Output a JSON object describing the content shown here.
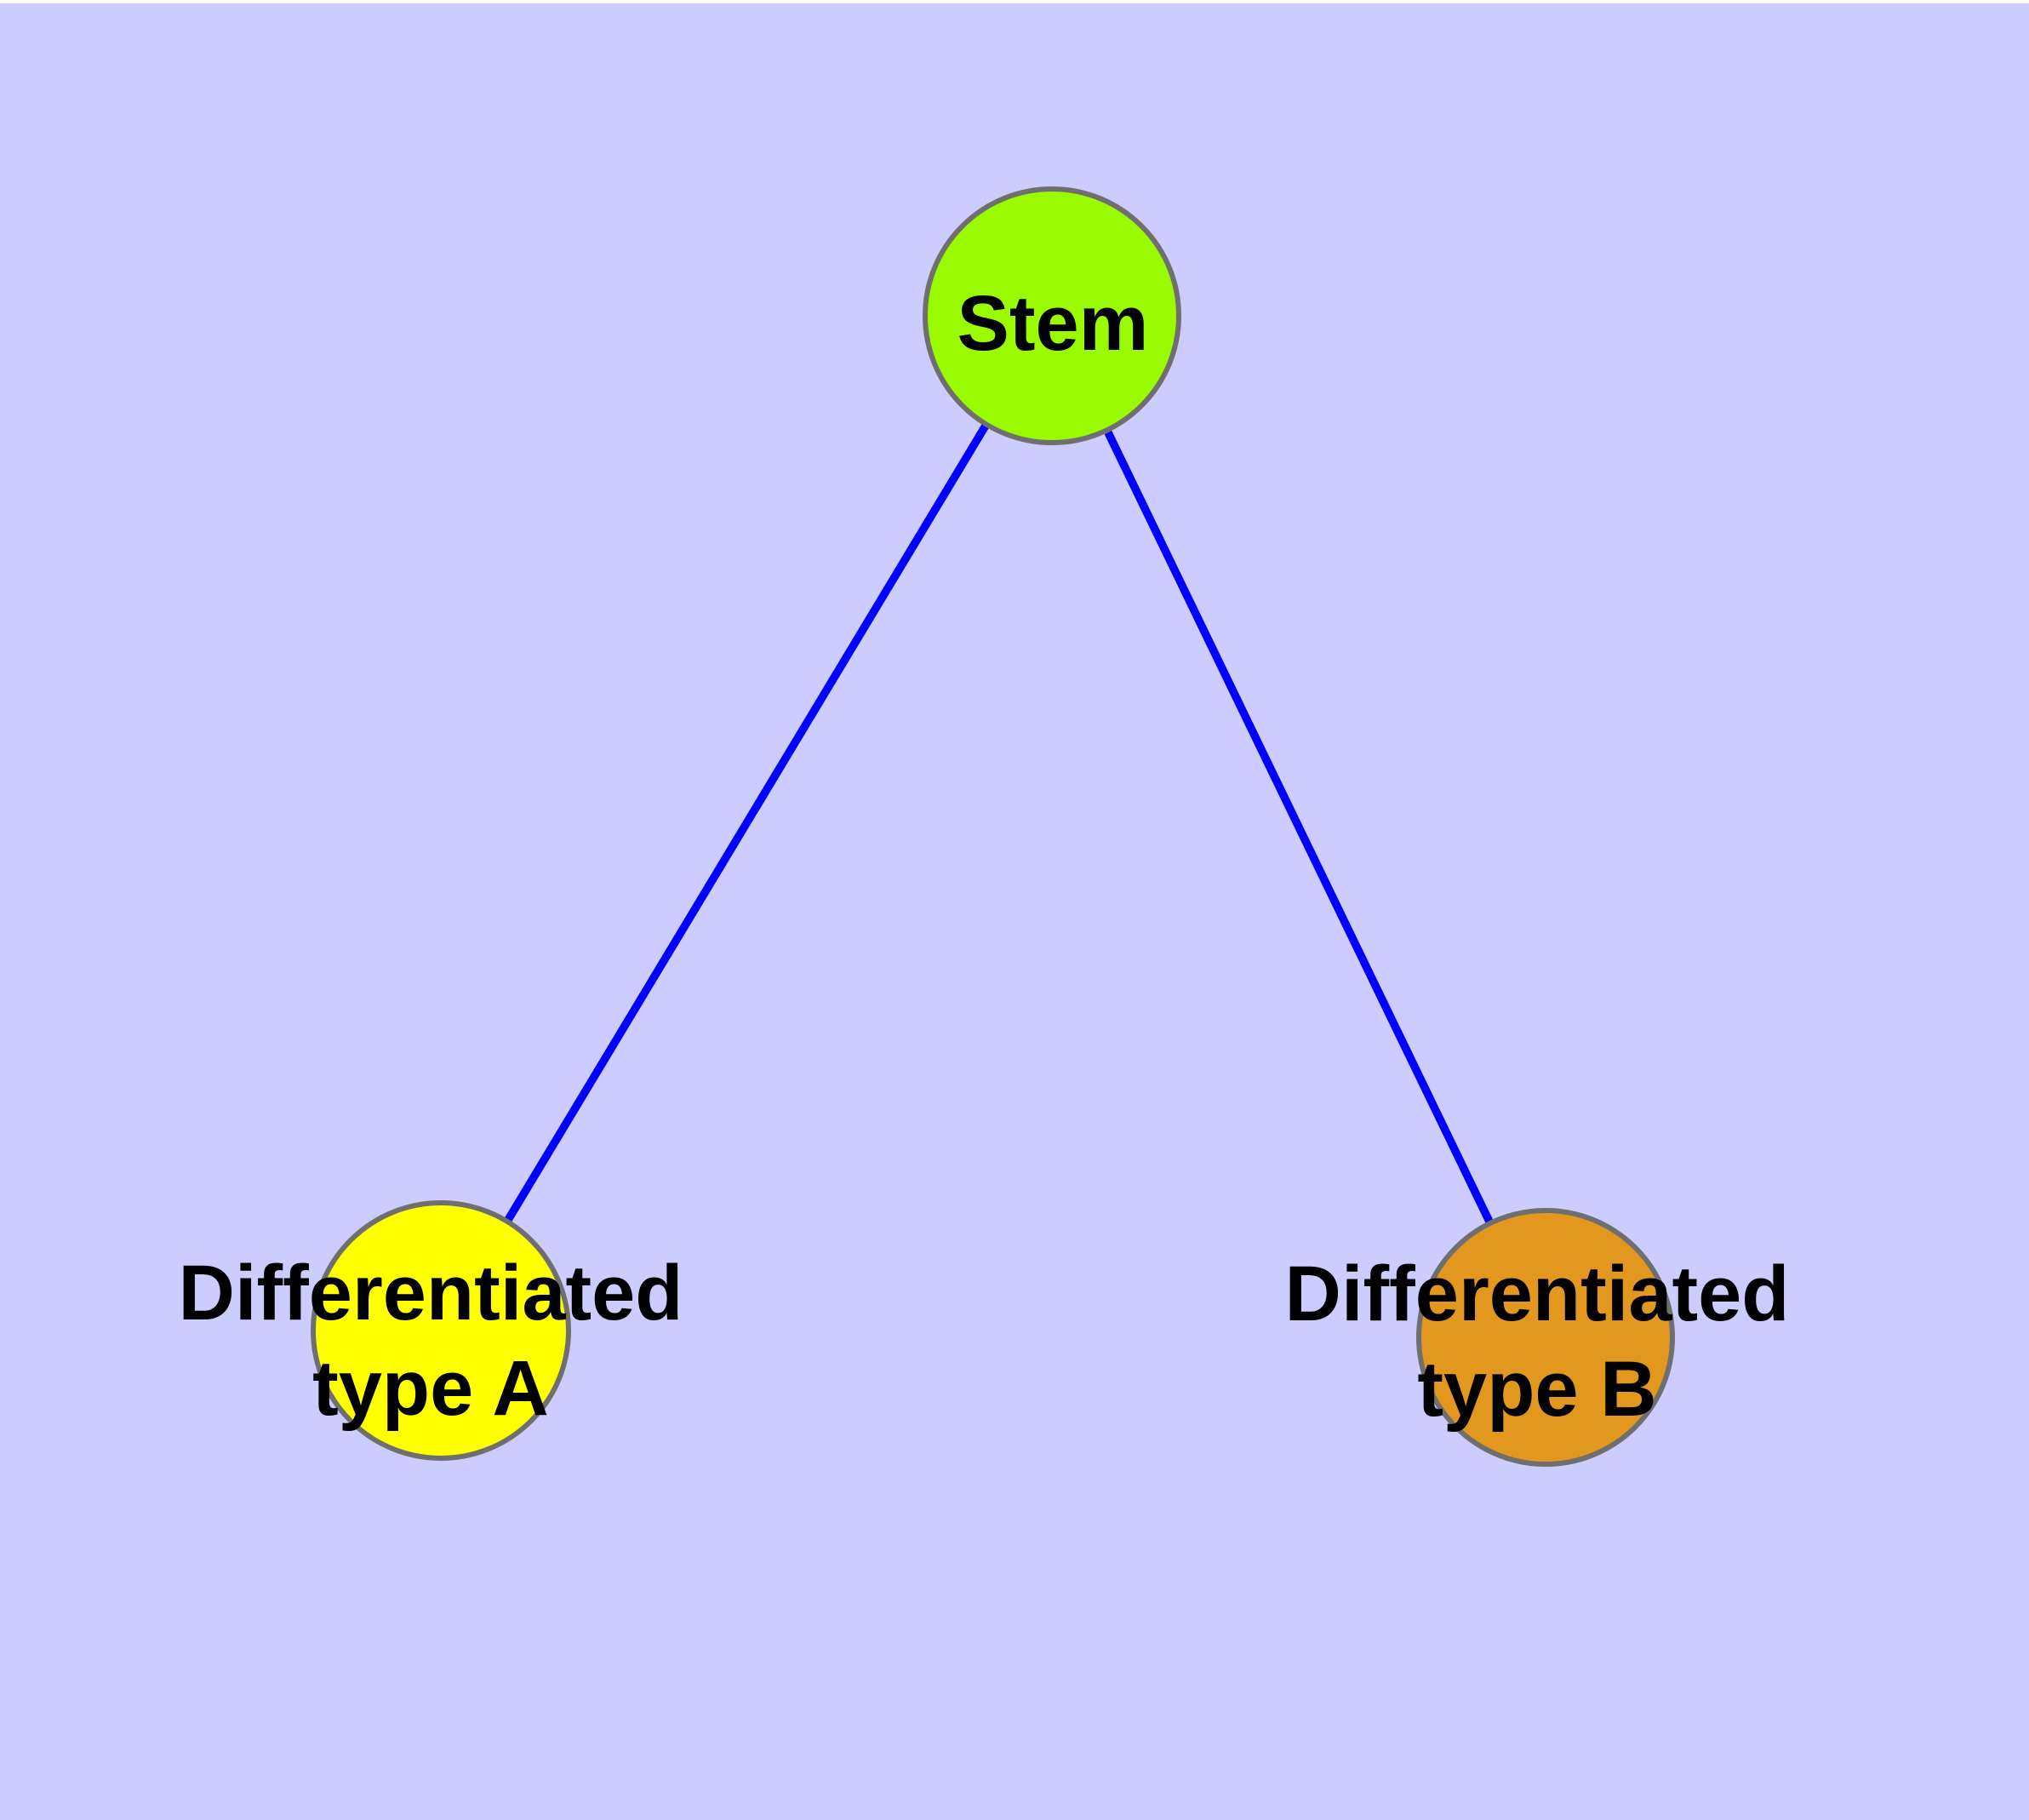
{
  "diagram": {
    "type": "graph",
    "background_color": "#ccccff",
    "page_margin_color": "#ffffff",
    "edge_color": "#0000ff",
    "node_border_color": "#6f6f6f",
    "text_color": "#000000",
    "nodes": {
      "stem": {
        "label": "Stem",
        "fill": "#9afb00"
      },
      "type_a": {
        "label_line1": "Differentiated",
        "label_line2": "type A",
        "label_full": "Differentiated type A",
        "fill": "#ffff00"
      },
      "type_b": {
        "label_line1": "Differentiated",
        "label_line2": "type B",
        "label_full": "Differentiated type B",
        "fill": "#e2971f"
      }
    },
    "edges": [
      {
        "from": "Stem",
        "to": "Differentiated type A"
      },
      {
        "from": "Stem",
        "to": "Differentiated type B"
      }
    ]
  }
}
